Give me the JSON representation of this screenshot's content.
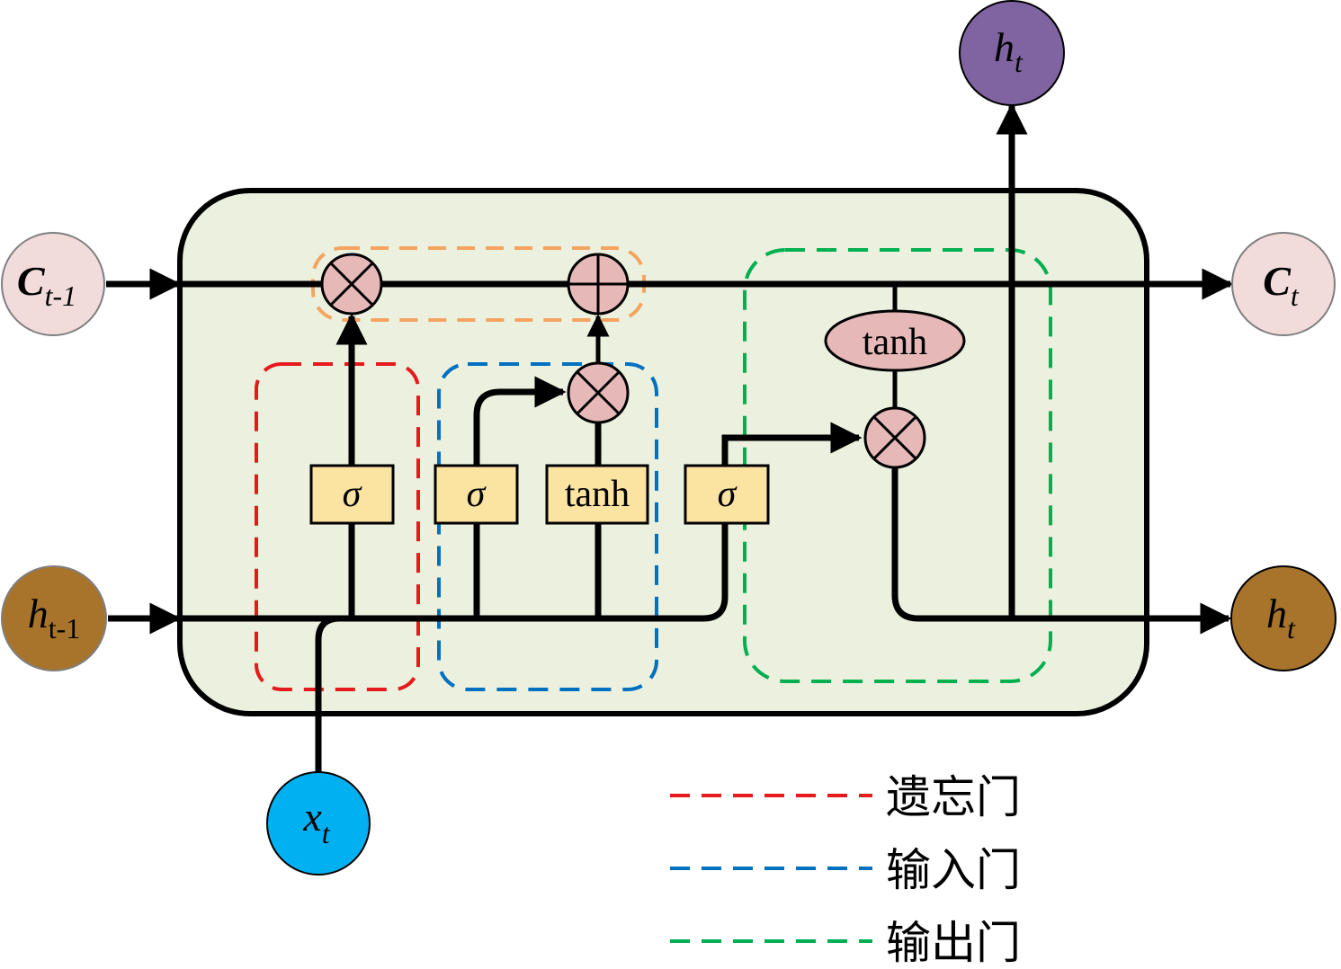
{
  "inputs": {
    "c_prev": {
      "base": "C",
      "sub": "t-1",
      "fill": "#f2dcdb"
    },
    "h_prev": {
      "base": "h",
      "sub": "t-1",
      "fill": "#a8742c"
    },
    "x_t": {
      "base": "x",
      "sub": "t",
      "fill": "#00b0f0"
    }
  },
  "outputs": {
    "c_t": {
      "base": "C",
      "sub": "t",
      "fill": "#f2dcdb"
    },
    "h_t_right": {
      "base": "h",
      "sub": "t",
      "fill": "#a8742c"
    },
    "h_t_top": {
      "base": "h",
      "sub": "t",
      "fill": "#8064a2"
    }
  },
  "gates": {
    "forget_sigma": "σ",
    "input_sigma": "σ",
    "input_tanh": "tanh",
    "output_sigma": "σ",
    "cell_tanh": "tanh"
  },
  "legend": [
    {
      "label": "遗忘门",
      "color": "#e41a1c"
    },
    {
      "label": "输入门",
      "color": "#0070c0"
    },
    {
      "label": "输出门",
      "color": "#00b050"
    }
  ],
  "colors": {
    "cell_background": "#ebf1de",
    "gate_box": "#fbe3a2",
    "operator": "#e6b9b8",
    "cell_state_group": "#f4a460"
  }
}
